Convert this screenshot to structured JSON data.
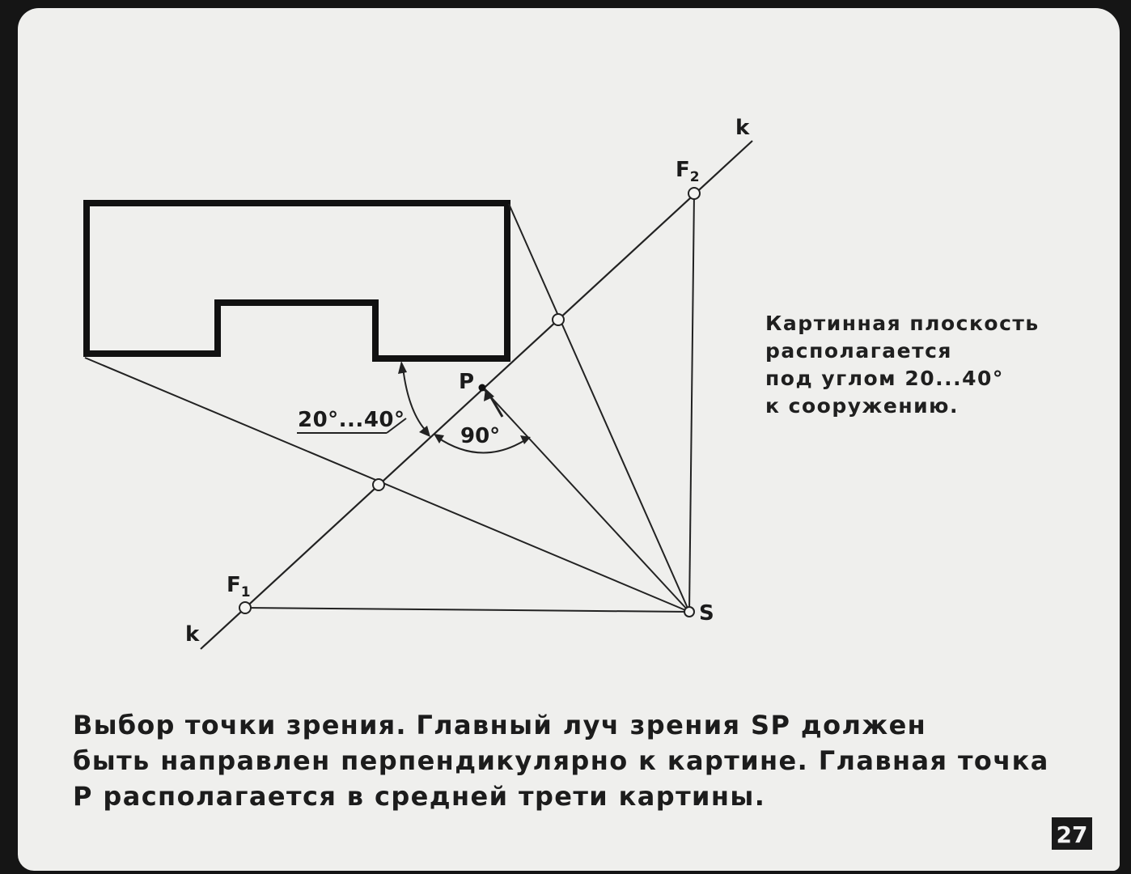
{
  "diagram": {
    "line_label_top": "k",
    "line_label_bottom": "k",
    "point_f2": "F",
    "point_f2_sub": "2",
    "point_f1": "F",
    "point_f1_sub": "1",
    "point_p": "P",
    "point_s": "S",
    "angle_building": "20°...40°",
    "angle_right": "90°"
  },
  "note": {
    "lines": [
      "Картинная плоскость",
      "располагается",
      "под углом 20...40°",
      "к сооружению."
    ]
  },
  "caption": {
    "heading": "Выбор точки зрения.",
    "line1_rest": "Главный луч зрения SP должен",
    "line2": "быть направлен перпендикулярно к картине. Главная точка",
    "line3": "Р располагается в средней трети картины."
  },
  "page_number": "27"
}
